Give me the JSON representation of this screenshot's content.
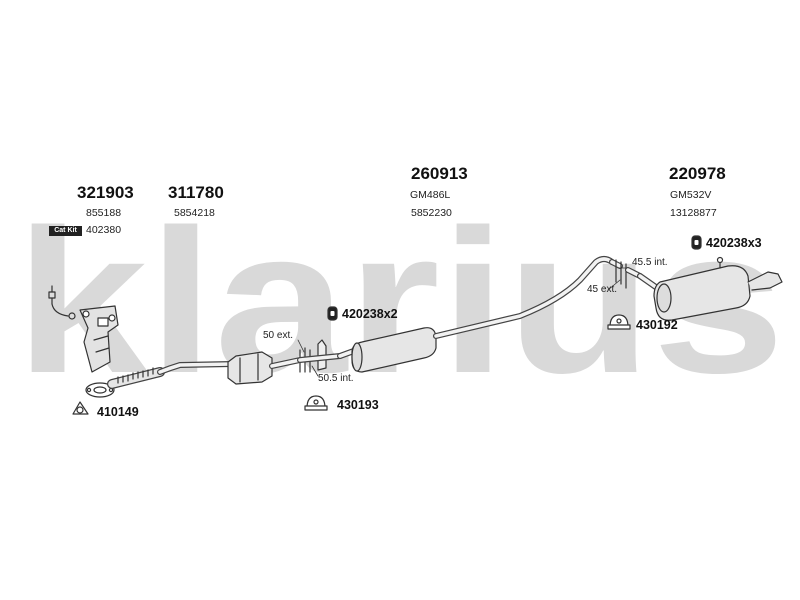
{
  "watermark": {
    "text": "klarius",
    "color": "#d6d6d6"
  },
  "part_groups": [
    {
      "number": "321903",
      "refs": [
        "855188"
      ]
    },
    {
      "number": "311780",
      "refs": [
        "5854218"
      ]
    },
    {
      "number": "260913",
      "refs": [
        "GM486L",
        "5852230"
      ]
    },
    {
      "number": "220978",
      "refs": [
        "GM532V",
        "13128877"
      ]
    }
  ],
  "cat_kit": {
    "badge": "Cat Kit",
    "number": "402380"
  },
  "accessories": [
    {
      "number": "420238x2",
      "icon": "rubber-mount-icon"
    },
    {
      "number": "420238x3",
      "icon": "rubber-mount-icon"
    },
    {
      "number": "410149",
      "icon": "gasket-icon"
    },
    {
      "number": "430193",
      "icon": "clamp-icon"
    },
    {
      "number": "430192",
      "icon": "clamp-icon"
    }
  ],
  "measurements": [
    "50 ext.",
    "50.5 int.",
    "45.5 int.",
    "45 ext."
  ],
  "colors": {
    "line": "#333333",
    "fill": "#e6e6e6",
    "text": "#111111"
  }
}
